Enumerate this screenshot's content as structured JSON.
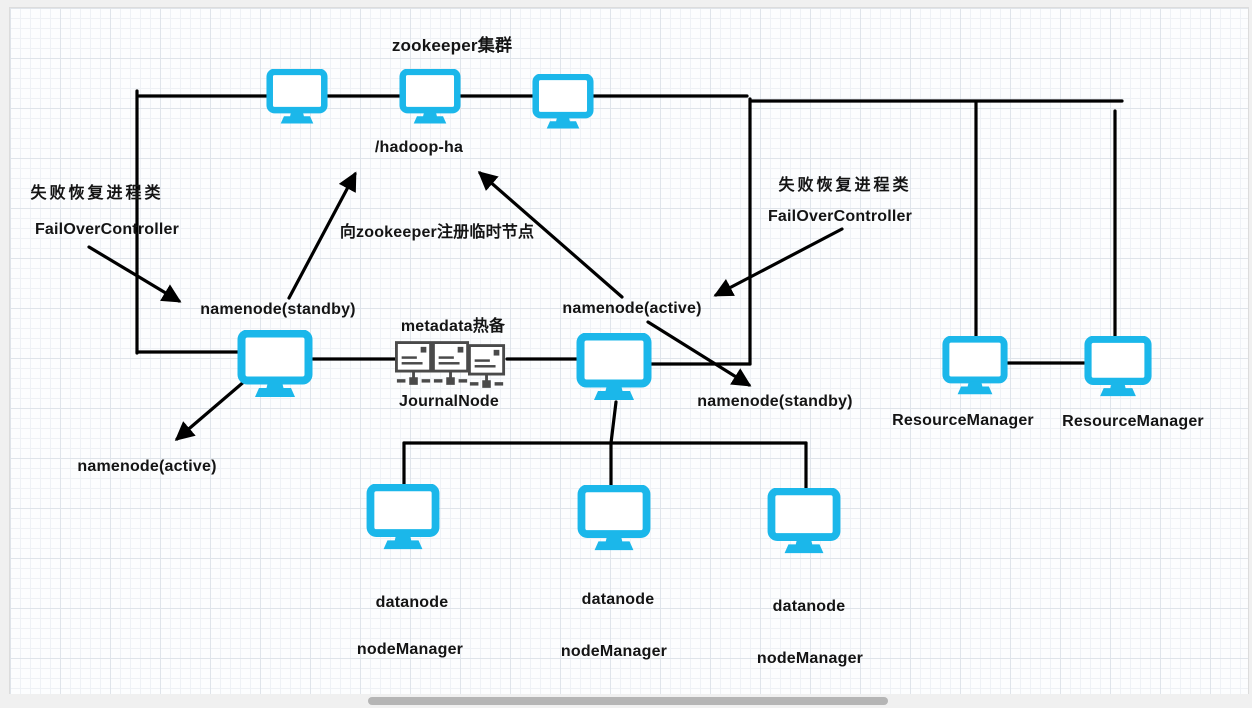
{
  "colors": {
    "accent": "#1bb7ea",
    "line": "#000000",
    "grid_minor": "#eef1f5",
    "grid_major": "#dfe4ea",
    "frame_bg": "#f0f0f0",
    "scroll_thumb": "#b5b5b5"
  },
  "diagram": {
    "zookeeper_cluster_title": "zookeeper集群",
    "hadoop_ha_label": "/hadoop-ha",
    "register_ephemeral_note": "向zookeeper注册临时节点",
    "metadata_hot_backup_label": "metadata热备",
    "journalnode_label": "JournalNode",
    "failover_left": {
      "process_class_cn": "失败恢复进程类",
      "controller": "FailOverController"
    },
    "failover_right": {
      "process_class_cn": "失败恢复进程类",
      "controller": "FailOverController"
    },
    "namenode_standby_top_label": "namenode(standby)",
    "namenode_active_top_label": "namenode(active)",
    "namenode_active_bottom_label": "namenode(active)",
    "namenode_standby_right_label": "namenode(standby)",
    "resource_managers": [
      "ResourceManager",
      "ResourceManager"
    ],
    "datanode_labels": [
      "datanode",
      "datanode",
      "datanode"
    ],
    "nodemanager_labels": [
      "nodeManager",
      "nodeManager",
      "nodeManager"
    ]
  }
}
